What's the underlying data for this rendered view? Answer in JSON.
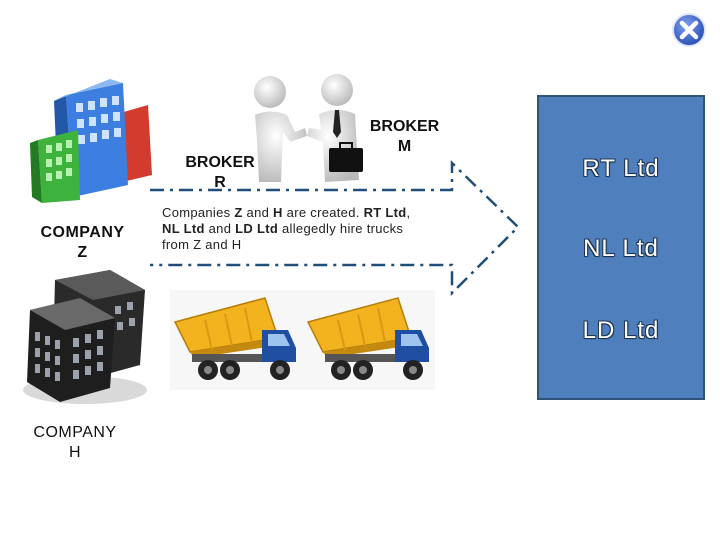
{
  "close_button": {
    "icon": "close-icon",
    "color": "#3a5fc4"
  },
  "company_z": {
    "label_line1": "COMPANY",
    "label_line2": "Z",
    "icon": "office-building-icon"
  },
  "company_h": {
    "label_line1": "COMPANY",
    "label_line2": "H",
    "icon": "office-building-icon"
  },
  "broker_r": {
    "label_line1": "BROKER",
    "label_line2": "R"
  },
  "broker_m": {
    "label_line1": "BROKER",
    "label_line2": "M"
  },
  "handshake": {
    "icon": "handshake-icon"
  },
  "description": {
    "part1": "Companies ",
    "z": "Z",
    "part2": " and ",
    "h": "H",
    "part3": " are created. ",
    "rt": "RT Ltd",
    "sep1": ", ",
    "nl": "NL Ltd",
    "part4": " and ",
    "ld": "LD Ltd",
    "part5": " allegedly hire trucks from Z and H"
  },
  "panel": {
    "color": "#4f80bd",
    "items": [
      {
        "label": "RT Ltd"
      },
      {
        "label": "NL Ltd"
      },
      {
        "label": "LD Ltd"
      }
    ]
  },
  "trucks": {
    "icon": "dump-truck-icon",
    "count": 2
  }
}
